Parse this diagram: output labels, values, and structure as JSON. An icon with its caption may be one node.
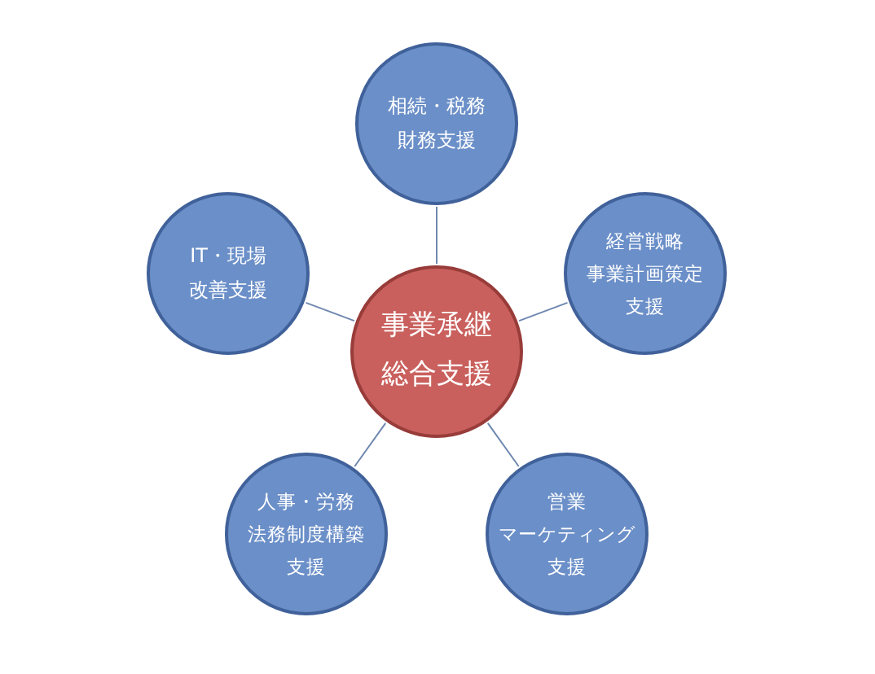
{
  "diagram": {
    "nodes": [
      {
        "text": [
          "事業承継総合支援"
        ]
      },
      {
        "text": [
          "相続・税務財務支援"
        ]
      },
      {
        "text": [
          "経営戦略事業計画策定支援"
        ]
      },
      {
        "text": [
          "営業マーケティング支援"
        ]
      },
      {
        "text": [
          "人事・労務法務制度構築支援"
        ]
      },
      {
        "text": [
          "IT・現場改善支援"
        ]
      }
    ],
    "edges": [
      {
        "from": 0,
        "to": 1,
        "arrow": "none"
      },
      {
        "from": 0,
        "to": 2,
        "arrow": "none"
      },
      {
        "from": 0,
        "to": 3,
        "arrow": "none"
      },
      {
        "from": 0,
        "to": 4,
        "arrow": "none"
      },
      {
        "from": 0,
        "to": 5,
        "arrow": "none"
      }
    ]
  }
}
